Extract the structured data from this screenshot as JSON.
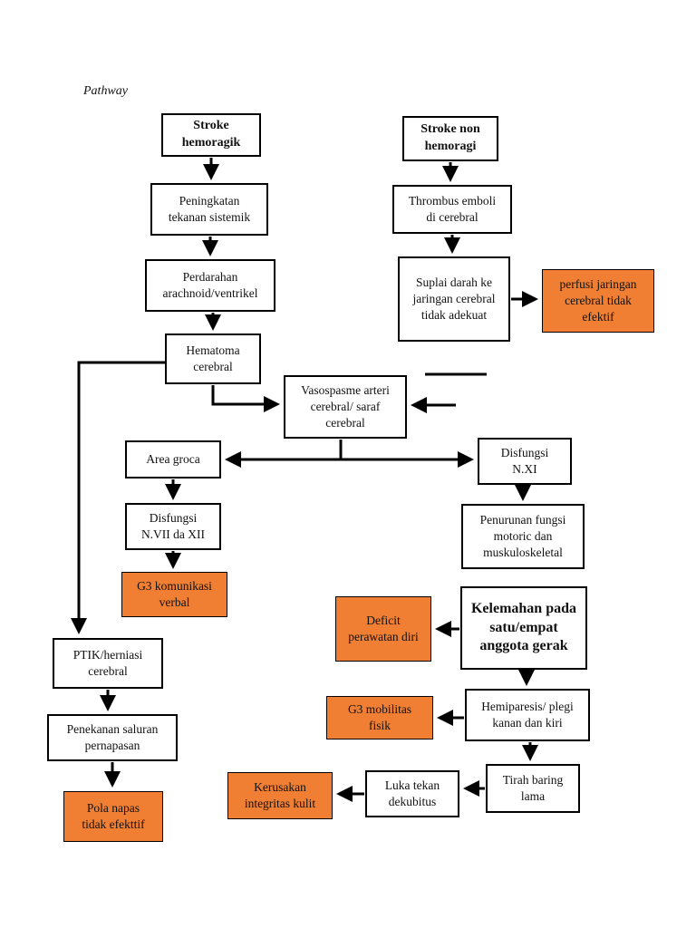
{
  "title": "Pathway",
  "nodes": {
    "stroke_hemoragik": "Stroke\nhemoragik",
    "peningkatan": "Peningkatan\ntekanan sistemik",
    "perdarahan": "Perdarahan\narachnoid/ventrikel",
    "hematoma": "Hematoma\ncerebral",
    "vasospasme": "Vasospasme arteri\ncerebral/ saraf\ncerebral",
    "area_groca": "Area groca",
    "disfungsi_vii": "Disfungsi\nN.VII da XII",
    "g3_komunikasi": "G3 komunikasi\nverbal",
    "ptik": "PTIK/herniasi\ncerebral",
    "penekanan": "Penekanan saluran\npernapasan",
    "pola_napas": "Pola napas\ntidak efekttif",
    "stroke_non": "Stroke non\nhemoragi",
    "thrombus": "Thrombus emboli\ndi cerebral",
    "suplai": "Suplai darah ke\njaringan cerebral\ntidak adekuat",
    "perfusi": "perfusi jaringan\ncerebral tidak\nefektif",
    "disfungsi_xi": "Disfungsi\nN.XI",
    "penurunan": "Penurunan fungsi\nmotoric dan\nmuskuloskeletal",
    "kelemahan": "Kelemahan pada\nsatu/empat\nanggota gerak",
    "deficit": "Deficit\nperawatan diri",
    "hemiparesis": "Hemiparesis/ plegi\nkanan dan kiri",
    "g3_mobilitas": "G3 mobilitas\nfisik",
    "tirah": "Tirah baring\nlama",
    "luka": "Luka tekan\ndekubitus",
    "kerusakan": "Kerusakan\nintegritas kulit"
  },
  "colors": {
    "diagnosis_fill": "#f07f33",
    "line": "#000000"
  }
}
